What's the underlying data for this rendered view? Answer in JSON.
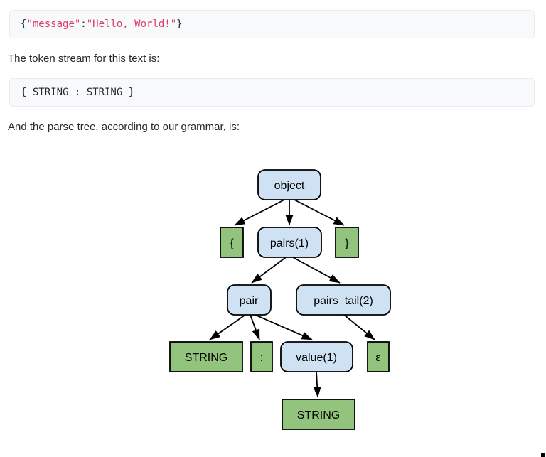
{
  "colors": {
    "page_bg": "#ffffff",
    "text": "#24292f",
    "code_bg": "#f8f9fa",
    "code_border": "#e9ebee",
    "code_text": "#212830",
    "code_string": "#dd3a68",
    "node_blue_fill": "#cfe2f3",
    "node_green_fill": "#93c47d",
    "node_border": "#000000"
  },
  "code_block_json": {
    "tokens": [
      {
        "text": "{",
        "type": "punct"
      },
      {
        "text": "\"message\"",
        "type": "string"
      },
      {
        "text": ":",
        "type": "punct"
      },
      {
        "text": "\"Hello, World!\"",
        "type": "string"
      },
      {
        "text": "}",
        "type": "punct"
      }
    ]
  },
  "paragraphs": {
    "token_stream_intro": "The token stream for this text is:",
    "parse_tree_intro": "And the parse tree, according to our grammar, is:"
  },
  "code_block_token_stream": {
    "text": "{ STRING : STRING }"
  },
  "parse_tree": {
    "nodes": [
      {
        "id": "object",
        "label": "object",
        "kind": "nonterminal"
      },
      {
        "id": "lbrace",
        "label": "{",
        "kind": "terminal"
      },
      {
        "id": "pairs1",
        "label": "pairs(1)",
        "kind": "nonterminal"
      },
      {
        "id": "rbrace",
        "label": "}",
        "kind": "terminal"
      },
      {
        "id": "pair",
        "label": "pair",
        "kind": "nonterminal"
      },
      {
        "id": "pairs_tail2",
        "label": "pairs_tail(2)",
        "kind": "nonterminal"
      },
      {
        "id": "string1",
        "label": "STRING",
        "kind": "terminal"
      },
      {
        "id": "colon",
        "label": ":",
        "kind": "terminal"
      },
      {
        "id": "value1",
        "label": "value(1)",
        "kind": "nonterminal"
      },
      {
        "id": "epsilon",
        "label": "ε",
        "kind": "terminal"
      },
      {
        "id": "string2",
        "label": "STRING",
        "kind": "terminal"
      }
    ],
    "edges": [
      [
        "object",
        "lbrace"
      ],
      [
        "object",
        "pairs1"
      ],
      [
        "object",
        "rbrace"
      ],
      [
        "pairs1",
        "pair"
      ],
      [
        "pairs1",
        "pairs_tail2"
      ],
      [
        "pair",
        "string1"
      ],
      [
        "pair",
        "colon"
      ],
      [
        "pair",
        "value1"
      ],
      [
        "pairs_tail2",
        "epsilon"
      ],
      [
        "value1",
        "string2"
      ]
    ]
  }
}
